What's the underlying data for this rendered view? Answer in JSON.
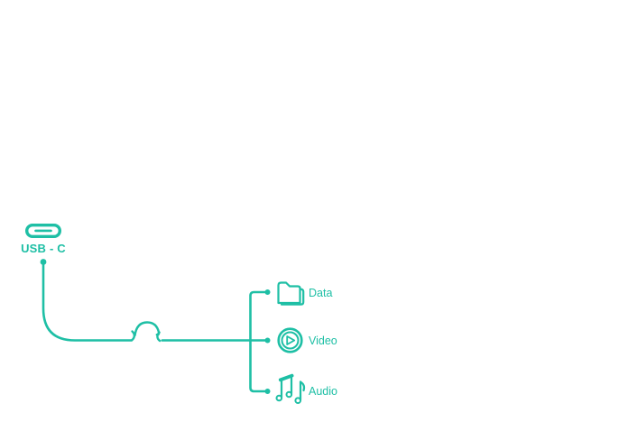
{
  "colors": {
    "accent": "#1ebfa5",
    "background": "#ffffff"
  },
  "diagram": {
    "title_implied": "USB-C signal types",
    "source": {
      "icon": "usb-c-connector-icon",
      "label": "USB - C"
    },
    "connection": {
      "style": "cable with hop/jump symbol",
      "from": "USB - C",
      "branches_to": [
        "Data",
        "Video",
        "Audio"
      ]
    },
    "outputs": [
      {
        "icon": "folder-icon",
        "label": "Data"
      },
      {
        "icon": "video-play-icon",
        "label": "Video"
      },
      {
        "icon": "music-notes-icon",
        "label": "Audio"
      }
    ]
  }
}
